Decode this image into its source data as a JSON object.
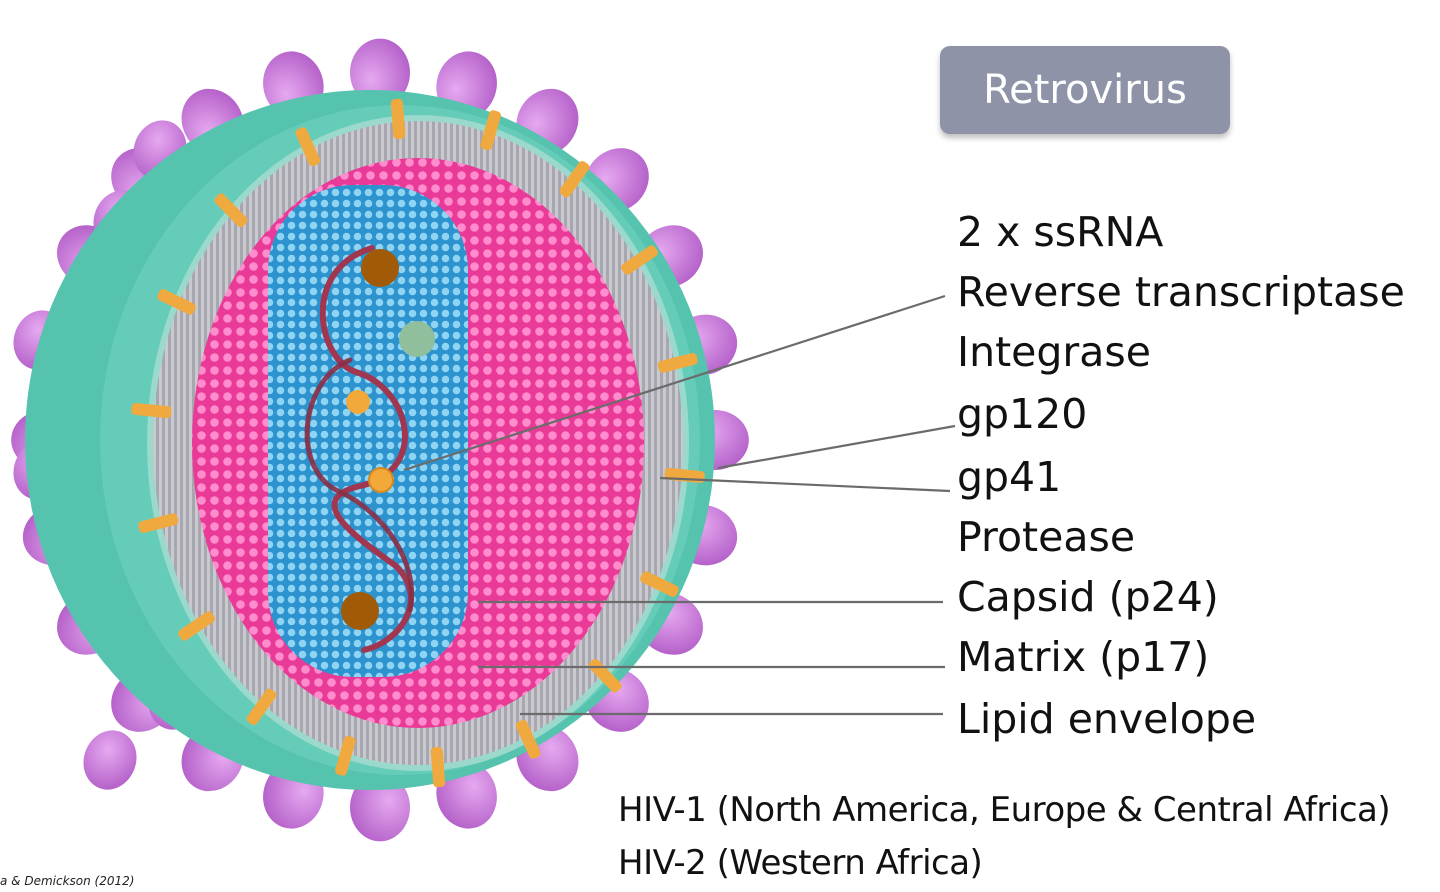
{
  "badge": {
    "title": "Retrovirus"
  },
  "labels": [
    "2 x ssRNA",
    "Reverse transcriptase",
    "Integrase",
    "gp120",
    "gp41",
    "Protease",
    "Capsid (p24)",
    "Matrix (p17)",
    "Lipid envelope"
  ],
  "notes": [
    "HIV-1 (North America, Europe & Central Africa)",
    "HIV-2 (Western Africa)"
  ],
  "credit": "a & Demickson (2012)",
  "colors": {
    "spike_knob": "#c57ad8",
    "envelope": "#5cc7b3",
    "membrane": "#b9b9bf",
    "matrix": "#ee3c9a",
    "capsid": "#3aa8dd",
    "rna": "#9c2e49",
    "badge": "#8e93a8"
  }
}
